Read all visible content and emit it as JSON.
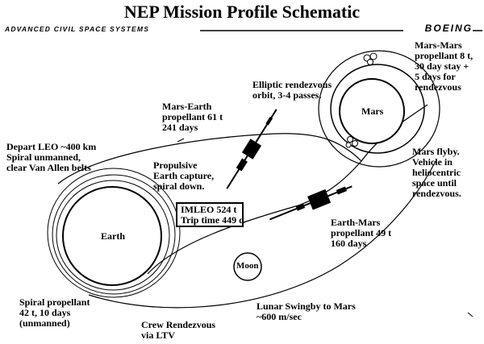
{
  "header": {
    "title": "NEP Mission Profile Schematic",
    "org_banner": "ADVANCED CIVIL SPACE SYSTEMS",
    "company": "BOEING"
  },
  "bodies": {
    "earth": "Earth",
    "moon": "Moon",
    "mars": "Mars"
  },
  "labels": {
    "depart_leo": [
      "Depart LEO ~400 km",
      "Spiral unmanned,",
      "clear Van Allen belts"
    ],
    "propulsive_capture": [
      "Propulsive",
      "Earth capture,",
      "spiral down."
    ],
    "mars_earth": [
      "Mars-Earth",
      "propellant 61 t",
      "241 days"
    ],
    "elliptic": [
      "Elliptic rendezvous",
      "orbit, 3-4 passes."
    ],
    "mars_mars": [
      "Mars-Mars",
      "propellant 8 t,",
      "30 day stay +",
      "5 days for",
      "rendezvous"
    ],
    "mars_flyby": [
      "Mars flyby.",
      "Vehicle in",
      "heliocentric",
      "space until",
      "rendezvous."
    ],
    "imleo": [
      "IMLEO 524 t",
      "Trip time 449 d"
    ],
    "earth_mars": [
      "Earth-Mars",
      "propellant 49 t",
      "160 days"
    ],
    "spiral_prop": [
      "Spiral propellant",
      "42 t, 10 days",
      "(unmanned)"
    ],
    "crew_rendezvous": [
      "Crew Rendezvous",
      "via LTV"
    ],
    "lunar_swingby": [
      "Lunar Swingby to Mars",
      "~600 m/sec"
    ]
  }
}
